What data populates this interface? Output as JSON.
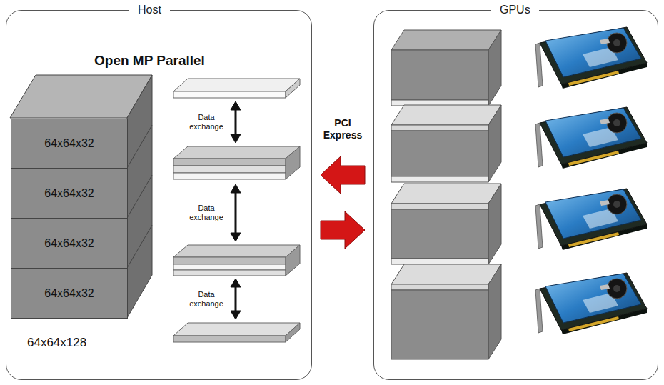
{
  "diagram": {
    "nodes": [
      {
        "text": [
          "Host",
          "Open MP Parallel"
        ]
      },
      {
        "text": [
          "64x64x32"
        ],
        "in": 0
      },
      {
        "text": [
          "64x64x32"
        ],
        "in": 0
      },
      {
        "text": [
          "64x64x32"
        ],
        "in": 0
      },
      {
        "text": [
          "64x64x32"
        ],
        "in": 0
      },
      {
        "text": [
          "GPUs"
        ]
      }
    ],
    "edges": [
      {
        "from": 5,
        "to": 0,
        "arrow": "to"
      },
      {
        "from": 0,
        "to": 5,
        "arrow": "to"
      }
    ],
    "labels": [
      "Data exchange",
      "Data exchange",
      "Data exchange",
      "PCI Express",
      "64x64x128"
    ]
  }
}
